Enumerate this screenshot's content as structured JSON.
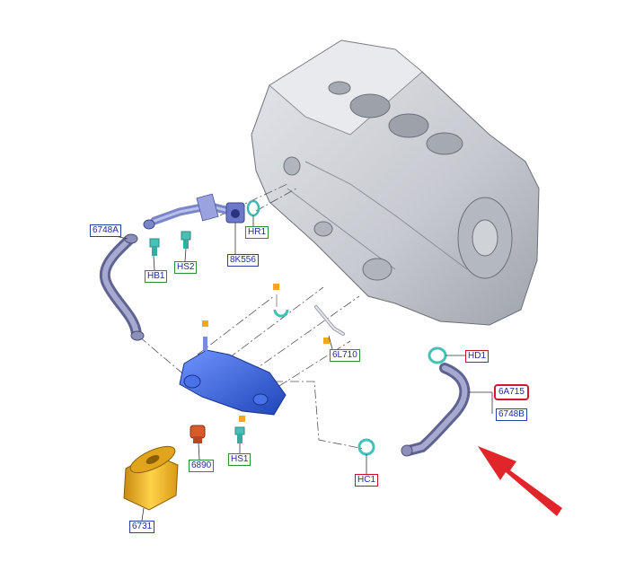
{
  "labels": {
    "l6748A": "6748A",
    "lHB1": "HB1",
    "lHS2": "HS2",
    "lHR1": "HR1",
    "l8K556": "8K556",
    "l6L710": "6L710",
    "lHD1": "HD1",
    "l6A715": "6A715",
    "l6748B": "6748B",
    "lHC1": "HC1",
    "l6890": "6890",
    "lHS1": "HS1",
    "l6731": "6731"
  },
  "colors": {
    "engine": "#c9ccd2",
    "oil_cooler": "#2f5fd8",
    "hose": "#8c8fb8",
    "filter": "#f2b71f",
    "sensor": "#d65a2a",
    "clip": "#4fc8c0",
    "marker": "#f5a623",
    "arrow": "#e0262b",
    "highlight": "#d0182f"
  }
}
